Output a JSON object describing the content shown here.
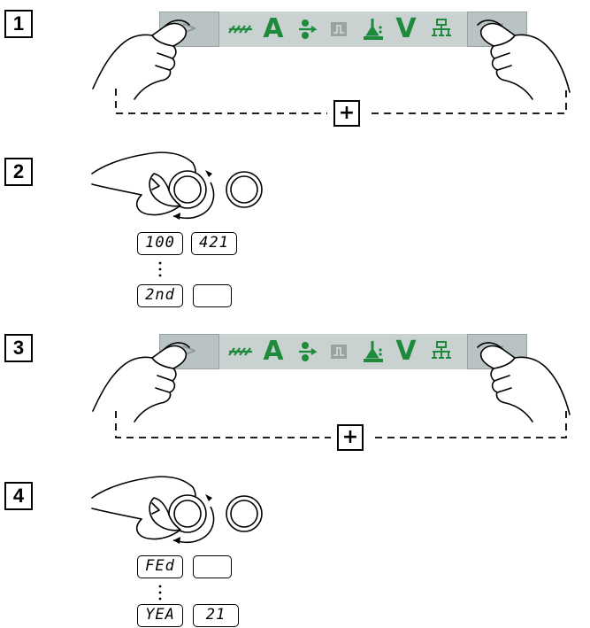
{
  "steps": [
    {
      "number": "1",
      "strip": {
        "left_button": ">",
        "right_button": "<",
        "combo_label": "+"
      }
    },
    {
      "number": "2",
      "displays": {
        "first": {
          "left": "100",
          "right": "421"
        },
        "last": {
          "left": "2nd",
          "right": ""
        }
      }
    },
    {
      "number": "3",
      "strip": {
        "left_button": ">",
        "right_button": "<",
        "combo_label": "+"
      }
    },
    {
      "number": "4",
      "displays": {
        "first": {
          "left": "FEd",
          "right": ""
        },
        "last": {
          "left": "YEA",
          "right": "21"
        }
      }
    }
  ],
  "icons": [
    "welding-spark-icon",
    "current-A-icon",
    "wire-feed-icon",
    "pulse-icon",
    "torch-icon",
    "voltage-V-icon",
    "gas-icon"
  ],
  "icon_letters": {
    "current": "A",
    "voltage": "V"
  },
  "colors": {
    "accent_green": "#1e8a3c",
    "strip": "#c9d1d1",
    "button": "#bac3c3"
  }
}
